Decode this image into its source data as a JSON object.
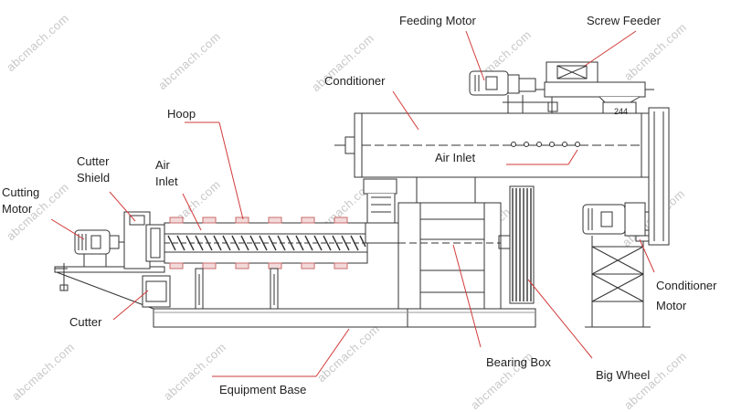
{
  "labels": {
    "feeding_motor": "Feeding Motor",
    "screw_feeder": "Screw Feeder",
    "conditioner": "Conditioner",
    "hoop": "Hoop",
    "air_inlet_top": "Air Inlet",
    "cutter_shield_1": "Cutter",
    "cutter_shield_2": "Shield",
    "air_inlet_left_1": "Air",
    "air_inlet_left_2": "Inlet",
    "cutting_motor_1": "Cutting",
    "cutting_motor_2": "Motor",
    "cutter": "Cutter",
    "equipment_base": "Equipment Base",
    "bearing_box": "Bearing Box",
    "big_wheel": "Big Wheel",
    "conditioner_motor_1": "Conditioner",
    "conditioner_motor_2": "Motor",
    "dimension_mark": "244"
  },
  "watermark": "abcmach.com",
  "colors": {
    "leader_line": "#d23a3a",
    "drawing_line": "#333333",
    "label_text": "#222222",
    "watermark": "#c8c8c8",
    "barrel_band": "#c86a6a"
  }
}
